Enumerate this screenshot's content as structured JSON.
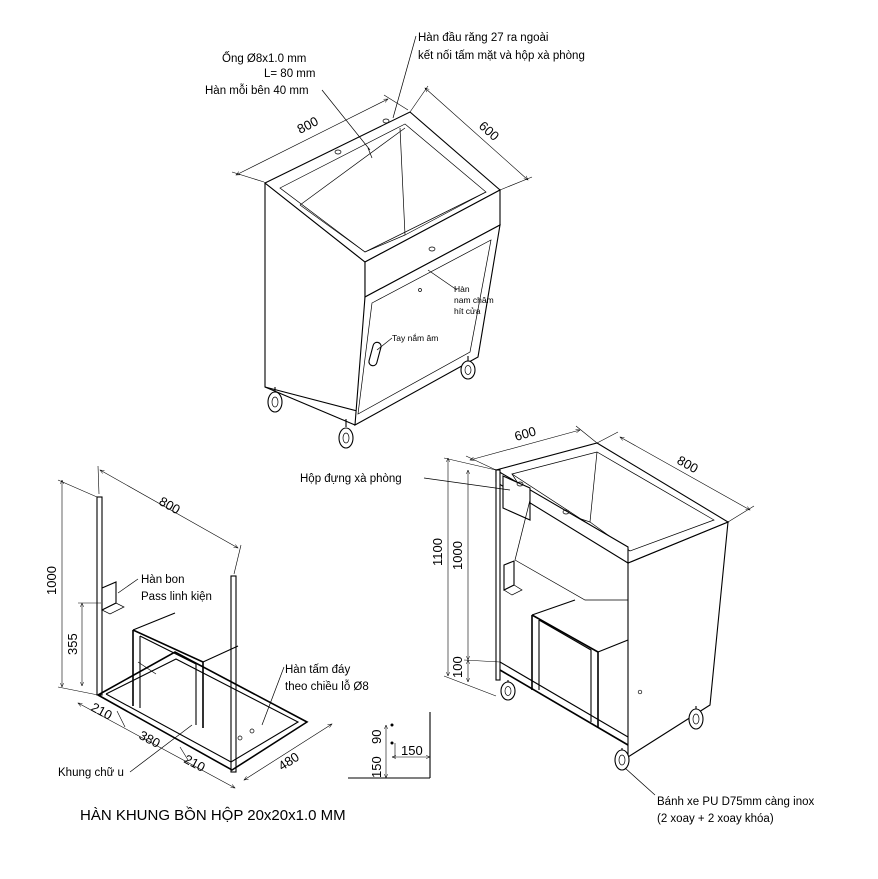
{
  "top_view": {
    "dim_length": "800",
    "dim_width": "600",
    "note_pipe": [
      "Ống Ø8x1.0 mm",
      "L= 80 mm",
      "Hàn mỗi bên 40 mm"
    ],
    "note_weld_thread": [
      "Hàn đầu răng 27 ra ngoài",
      "kết nối tấm mặt và hộp xà phòng"
    ],
    "note_magnet": [
      "Hàn",
      "nam châm",
      "hít cửa"
    ],
    "note_handle": "Tay nắm âm"
  },
  "frame_view": {
    "dim_length": "800",
    "dim_height": "1000",
    "dim_355": "355",
    "dim_210_left": "210",
    "dim_380": "380",
    "dim_210_right": "210",
    "dim_480": "480",
    "note_bracket": [
      "Hàn bon",
      "Pass linh kiện"
    ],
    "note_plate": [
      "Hàn tấm đáy",
      "theo chiều lỗ Ø8"
    ],
    "note_channel": "Khung chữ u",
    "title": "HÀN KHUNG BỒN HỘP 20x20x1.0 MM"
  },
  "detail_view": {
    "dim_90": "90",
    "dim_150v": "150",
    "dim_150h": "150"
  },
  "side_view": {
    "dim_width": "600",
    "dim_length": "800",
    "dim_1100": "1100",
    "dim_1000": "1000",
    "dim_100": "100",
    "note_soapbox": "Hộp đựng xà phòng",
    "note_wheel": [
      "Bánh xe PU D75mm càng inox",
      "(2 xoay + 2 xoay khóa)"
    ]
  }
}
